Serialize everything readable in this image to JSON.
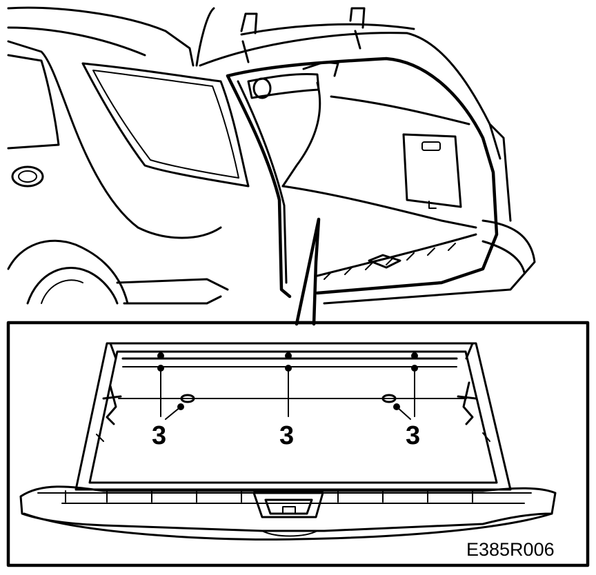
{
  "figure": {
    "reference_code": "E385R006",
    "callouts": [
      {
        "id": "left",
        "label": "3"
      },
      {
        "id": "center",
        "label": "3"
      },
      {
        "id": "right",
        "label": "3"
      }
    ]
  }
}
